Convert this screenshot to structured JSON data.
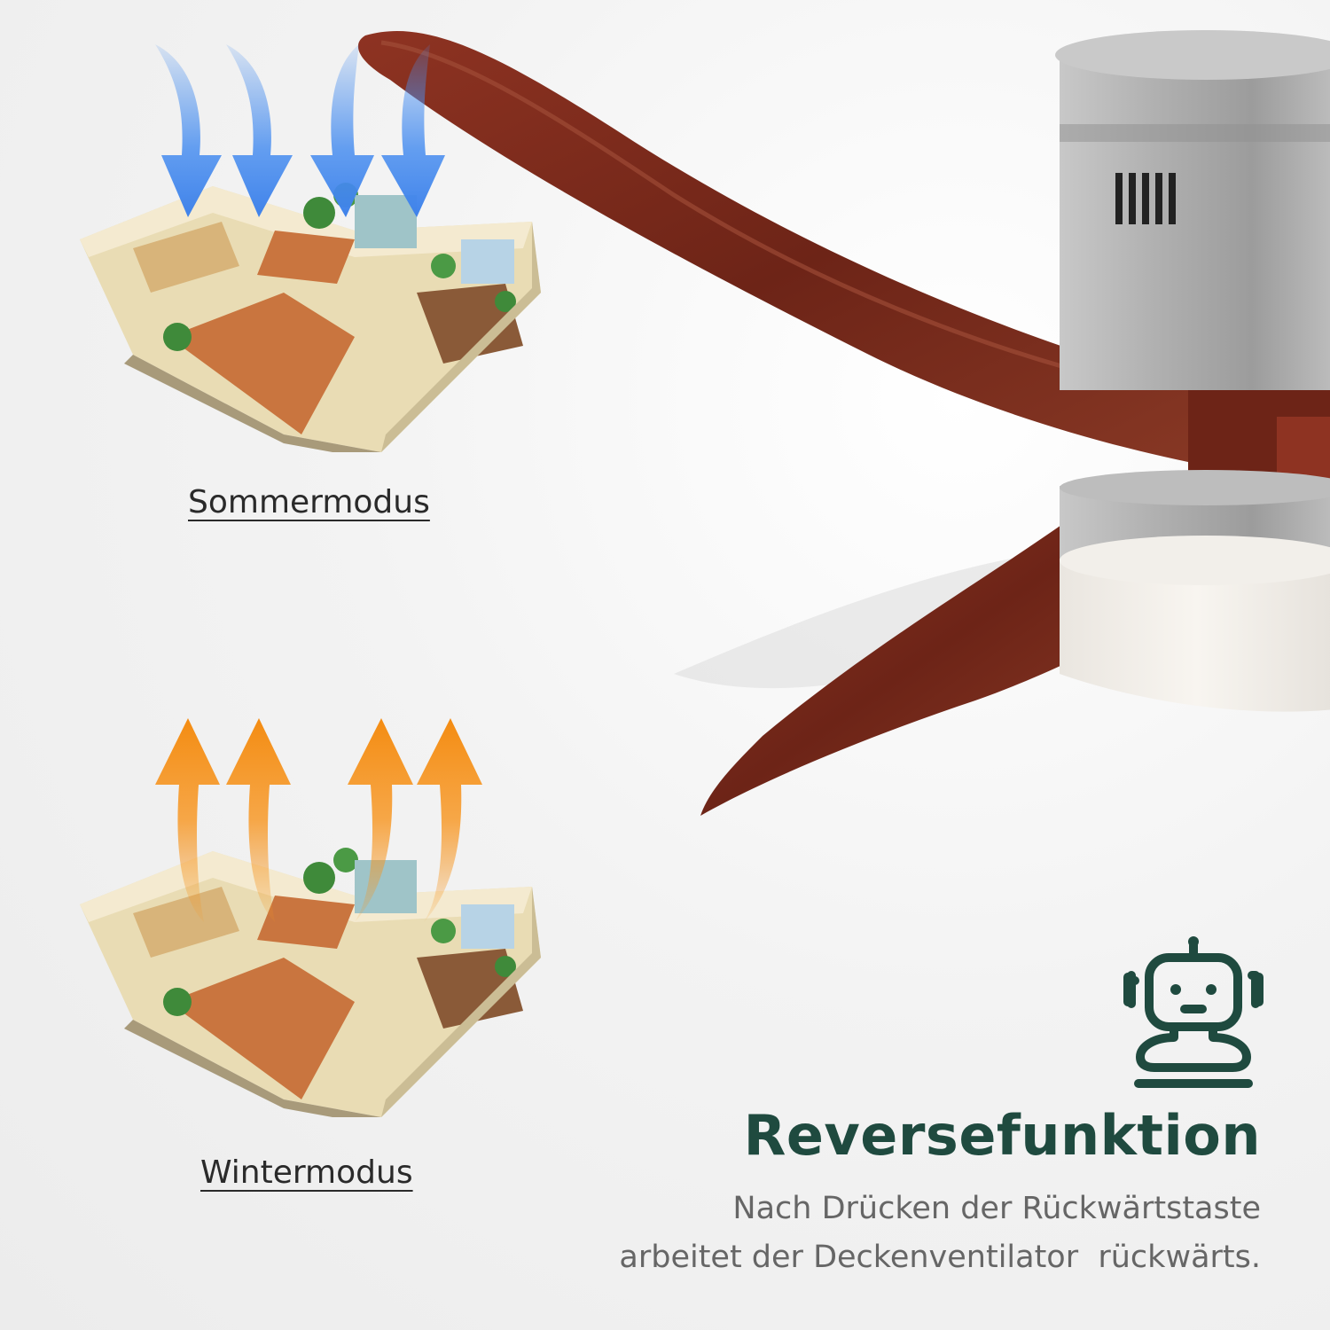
{
  "modes": {
    "summer": {
      "label": "Sommermodus",
      "arrow_color": "#4a8ff0"
    },
    "winter": {
      "label": "Wintermodus",
      "arrow_color": "#f7941d"
    }
  },
  "feature": {
    "icon": "robot-icon",
    "title": "Reversefunktion",
    "description_lines": [
      "Nach Drücken der Rückwärtstaste",
      "arbeitet der Deckenventilator  rückwärts."
    ]
  },
  "colors": {
    "title": "#1f4a3f",
    "blade": "#7a2a1c",
    "housing": "#a9a9a9"
  }
}
